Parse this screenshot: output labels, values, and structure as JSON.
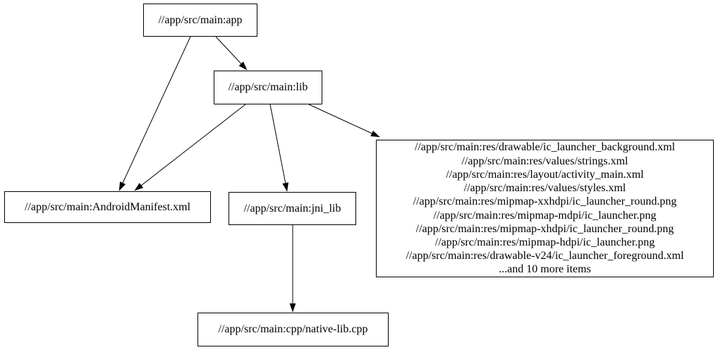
{
  "graph": {
    "colors": {
      "background": "#ffffff",
      "node_border": "#000000",
      "node_fill": "#ffffff",
      "edge": "#000000",
      "text": "#000000"
    },
    "nodes": {
      "app": {
        "label": "//app/src/main:app"
      },
      "lib": {
        "label": "//app/src/main:lib"
      },
      "manifest": {
        "label": "//app/src/main:AndroidManifest.xml"
      },
      "jni_lib": {
        "label": "//app/src/main:jni_lib"
      },
      "resources": {
        "lines": [
          "//app/src/main:res/drawable/ic_launcher_background.xml",
          "//app/src/main:res/values/strings.xml",
          "//app/src/main:res/layout/activity_main.xml",
          "//app/src/main:res/values/styles.xml",
          "//app/src/main:res/mipmap-xxhdpi/ic_launcher_round.png",
          "//app/src/main:res/mipmap-mdpi/ic_launcher.png",
          "//app/src/main:res/mipmap-xhdpi/ic_launcher_round.png",
          "//app/src/main:res/mipmap-hdpi/ic_launcher.png",
          "//app/src/main:res/drawable-v24/ic_launcher_foreground.xml",
          "...and 10 more items"
        ]
      },
      "native_lib": {
        "label": "//app/src/main:cpp/native-lib.cpp"
      }
    },
    "edges": [
      {
        "from": "app",
        "to": "lib"
      },
      {
        "from": "app",
        "to": "manifest"
      },
      {
        "from": "lib",
        "to": "manifest"
      },
      {
        "from": "lib",
        "to": "jni_lib"
      },
      {
        "from": "lib",
        "to": "resources"
      },
      {
        "from": "jni_lib",
        "to": "native_lib"
      }
    ]
  }
}
